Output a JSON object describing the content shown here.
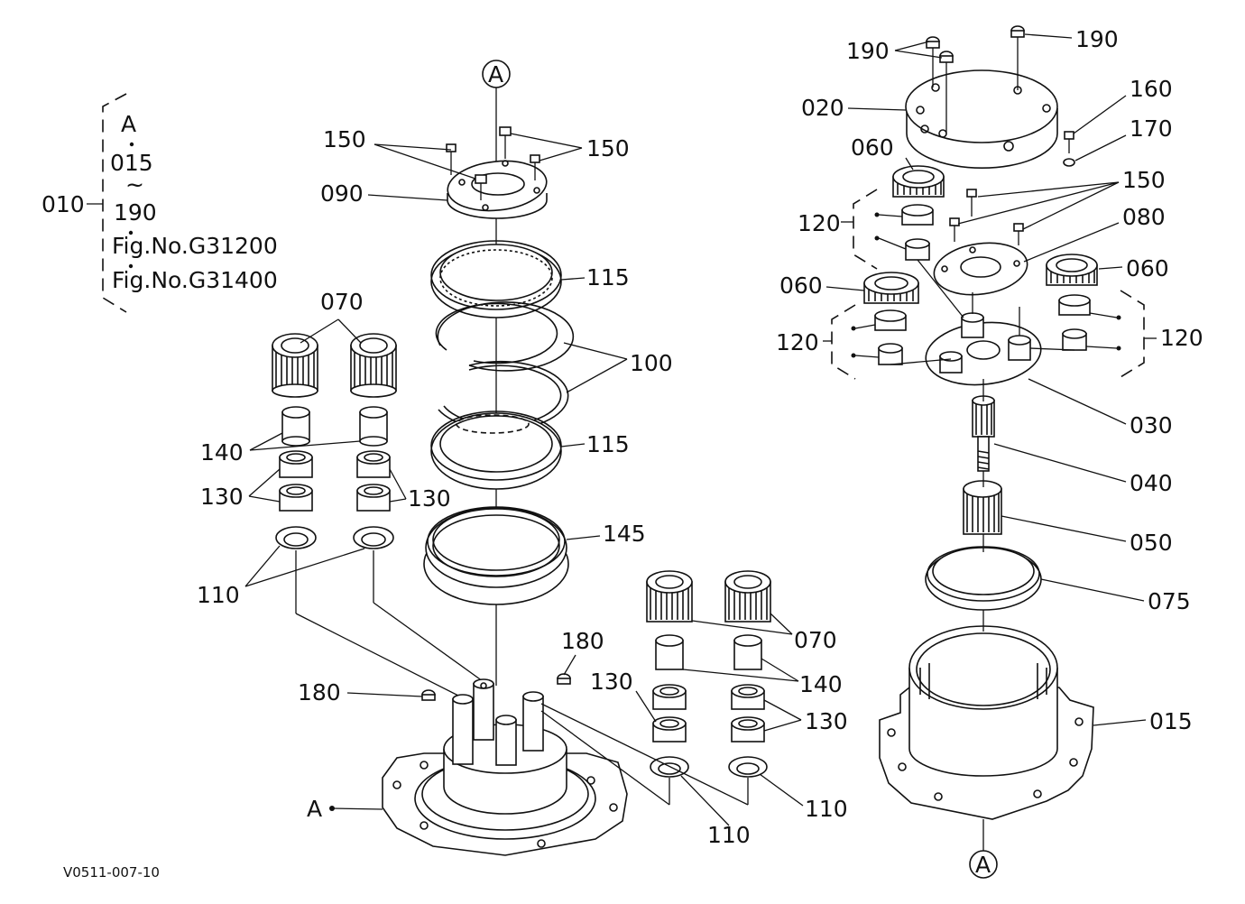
{
  "drawing_code": "V0511-007-10",
  "group": {
    "number": "010",
    "lines": [
      "A",
      "015",
      "~",
      "190",
      "Fig.No.G31200",
      "Fig.No.G31400"
    ]
  },
  "callouts": {
    "a_top": "A",
    "a_bottom": "A",
    "a_base": "A"
  },
  "labels": {
    "l150_a": "150",
    "l150_b": "150",
    "l090": "090",
    "l115_a": "115",
    "l100": "100",
    "l115_b": "115",
    "l145": "145",
    "l070_a": "070",
    "l140_a": "140",
    "l130_a": "130",
    "l130_b": "130",
    "l110_a": "110",
    "l180_a": "180",
    "l180_b": "180",
    "l070_b": "070",
    "l140_b": "140",
    "l130_c": "130",
    "l130_d": "130",
    "l110_b": "110",
    "l110_c": "110",
    "l190_a": "190",
    "l190_b": "190",
    "l020": "020",
    "l160": "160",
    "l170": "170",
    "l060_a": "060",
    "l150_c": "150",
    "l120_a": "120",
    "l080": "080",
    "l060_b": "060",
    "l060_c": "060",
    "l120_b": "120",
    "l120_c": "120",
    "l030": "030",
    "l040": "040",
    "l050": "050",
    "l075": "075",
    "l015": "015"
  }
}
